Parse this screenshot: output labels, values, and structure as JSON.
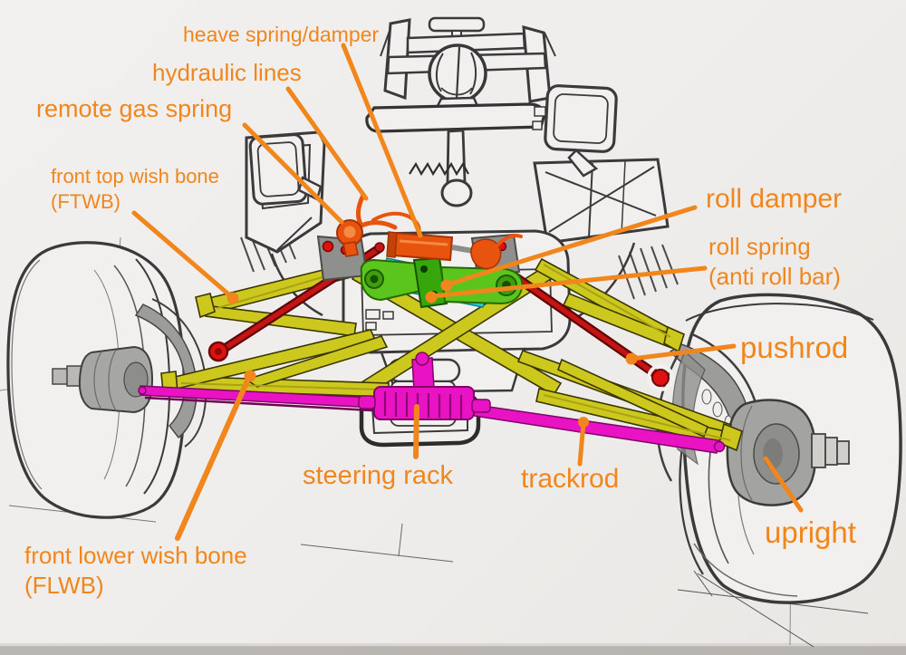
{
  "labels": {
    "heave": {
      "text": "heave spring/damper"
    },
    "hydraulic": {
      "text": "hydraulic lines"
    },
    "remote_gas": {
      "text": "remote gas spring"
    },
    "ftwb": {
      "line1": "front top wish bone",
      "line2": "(FTWB)"
    },
    "roll_damper": {
      "text": "roll damper"
    },
    "roll_spring": {
      "line1": "roll spring",
      "line2": "(anti roll bar)"
    },
    "pushrod": {
      "text": "pushrod"
    },
    "steering_rack": {
      "text": "steering rack"
    },
    "trackrod": {
      "text": "trackrod"
    },
    "upright": {
      "text": "upright"
    },
    "flwb": {
      "line1": "front lower wish bone",
      "line2": "(FLWB)"
    }
  },
  "colors": {
    "label_orange": "#f0861c",
    "wishbone_yellow": "#cdc81e",
    "trackrod_magenta": "#ea13c4",
    "pushrod_red": "#c41414",
    "rocker_green": "#5bc51d",
    "damper_cyan": "#29d3d6",
    "hydraulic_orange": "#e8530e",
    "sketch_gray": "#3a3a3a",
    "paper": "#f0eeec"
  }
}
